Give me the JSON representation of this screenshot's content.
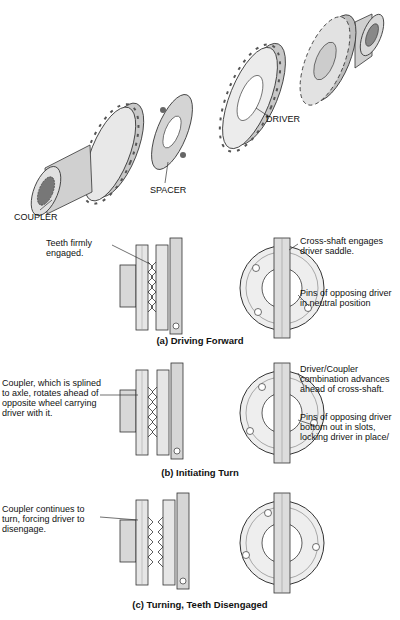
{
  "diagram": {
    "labels": [
      "COUPLER",
      "SPACER",
      "DRIVER",
      "Teeth firmly engaged.",
      "Cross-shaft engages driver saddle.",
      "Pins of opposing driver in neutral position",
      "(a) Driving Forward",
      "Coupler, which is splined to axle, rotates ahead of opposite wheel carrying driver with it.",
      "Driver/Coupler combination advances ahead of cross-shaft.",
      "Pins of opposing driver bottom out in slots, locking driver in place/",
      "(b) Initiating Turn",
      "Coupler continues to turn, forcing driver to disengage.",
      "(c) Turning, Teeth Disengaged"
    ]
  }
}
